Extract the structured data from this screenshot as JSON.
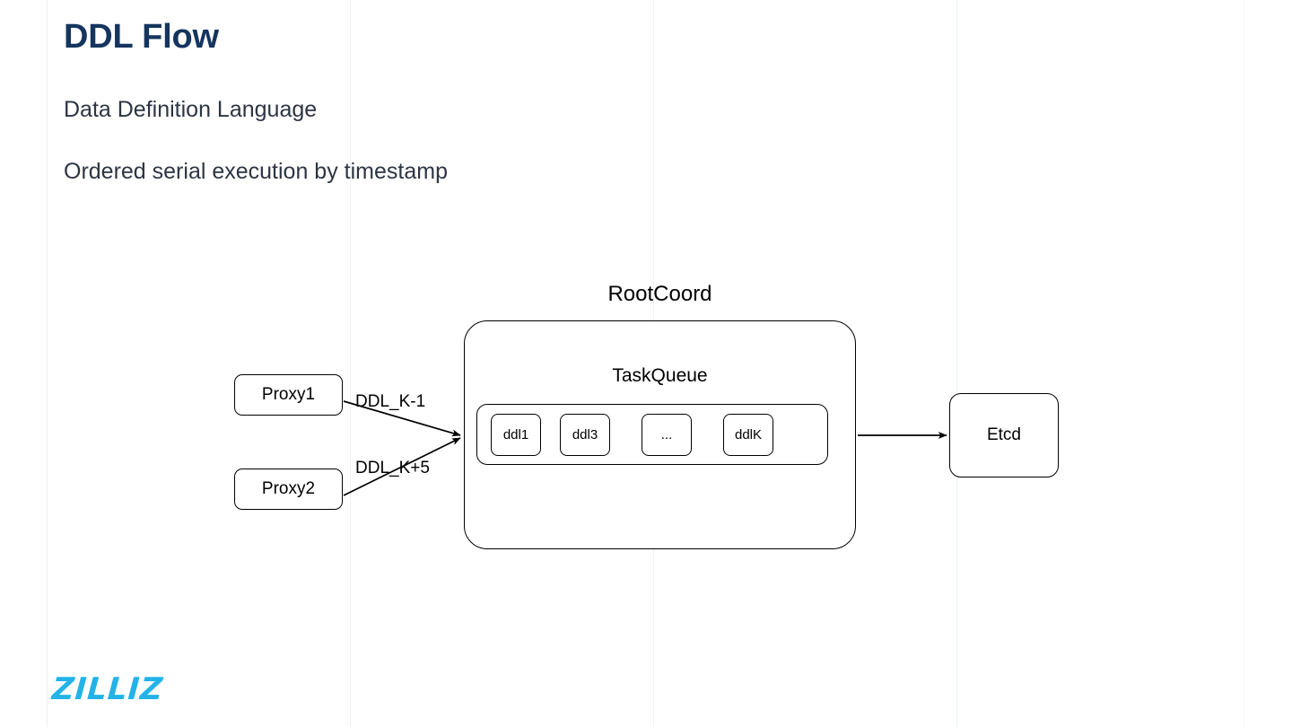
{
  "slide": {
    "title": "DDL Flow",
    "subtitle_1": "Data Definition Language",
    "subtitle_2": "Ordered serial execution by timestamp",
    "brand_logo": "ZILLIZ",
    "brand_color": "#23b3e8",
    "title_color": "#15355e",
    "subtitle_color": "#2d3542"
  },
  "diagram": {
    "type": "flow",
    "nodes": {
      "proxy1": "Proxy1",
      "proxy2": "Proxy2",
      "rootcoord": "RootCoord",
      "taskqueue": "TaskQueue",
      "etcd": "Etcd"
    },
    "queue_items": [
      {
        "label": "ddl1"
      },
      {
        "label": "ddl3"
      },
      {
        "label": "..."
      },
      {
        "label": "ddlK"
      }
    ],
    "edges": [
      {
        "from": "proxy1",
        "to": "rootcoord",
        "label": "DDL_K-1"
      },
      {
        "from": "proxy2",
        "to": "rootcoord",
        "label": "DDL_K+5"
      },
      {
        "from": "rootcoord",
        "to": "etcd",
        "label": ""
      }
    ],
    "stroke_color": "#000000",
    "fill_color": "#ffffff"
  }
}
